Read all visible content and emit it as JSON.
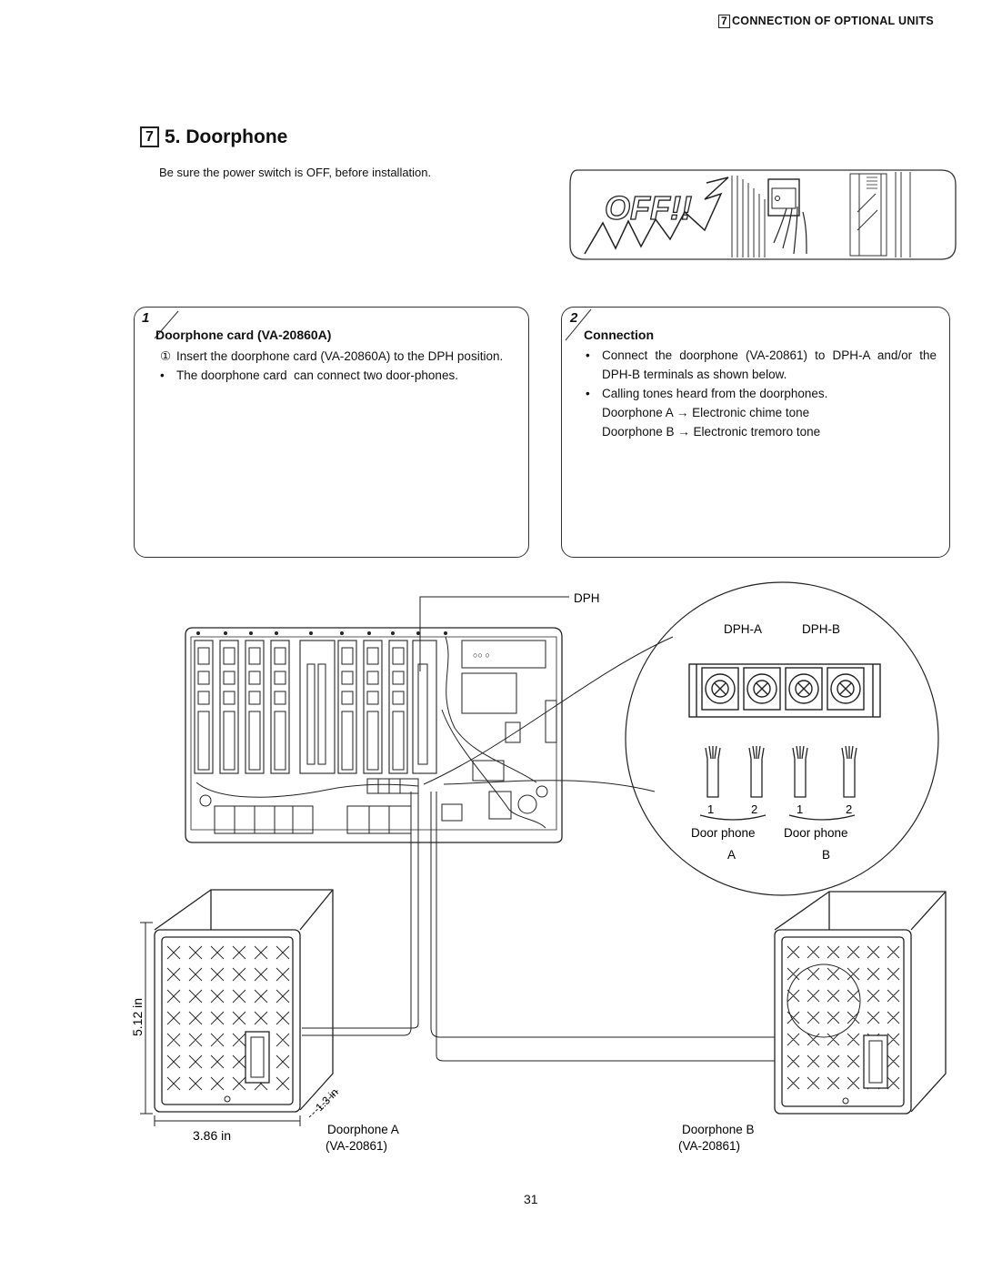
{
  "header": {
    "section_num": "7",
    "section_title": "CONNECTION OF OPTIONAL UNITS"
  },
  "title": {
    "box": "7",
    "text": "5. Doorphone"
  },
  "warning": "Be sure the power switch is OFF, before installation.",
  "illustration": {
    "off_text": "OFF!!"
  },
  "step1": {
    "num": "1",
    "title": "Doorphone card (VA-20860A)",
    "items": [
      {
        "marker": "①",
        "text": "Insert the doorphone card (VA-20860A) to the DPH position."
      },
      {
        "marker": "•",
        "text": "The doorphone card  can connect two door-phones."
      }
    ]
  },
  "step2": {
    "num": "2",
    "title": "Connection",
    "items": [
      {
        "marker": "•",
        "text": "Connect the doorphone (VA-20861) to DPH-A and/or the DPH-B terminals as shown below."
      },
      {
        "marker": "•",
        "text": "Calling tones heard from the doorphones."
      }
    ],
    "tones": [
      "Doorphone A → Electronic chime tone",
      "Doorphone B → Electronic tremoro tone"
    ]
  },
  "diagram": {
    "dph_label": "DPH",
    "dph_a": "DPH-A",
    "dph_b": "DPH-B",
    "wire_1a": "1",
    "wire_2a": "2",
    "wire_1b": "1",
    "wire_2b": "2",
    "door_phone_a": "Door phone",
    "door_phone_a_letter": "A",
    "door_phone_b": "Door phone",
    "door_phone_b_letter": "B",
    "dim_height": "5.12 in",
    "dim_width": "3.86 in",
    "dim_depth": "1.3 in",
    "phone_a_name": "Doorphone A",
    "phone_a_model": "(VA-20861)",
    "phone_b_name": "Doorphone B",
    "phone_b_model": "(VA-20861)"
  },
  "page_number": "31"
}
